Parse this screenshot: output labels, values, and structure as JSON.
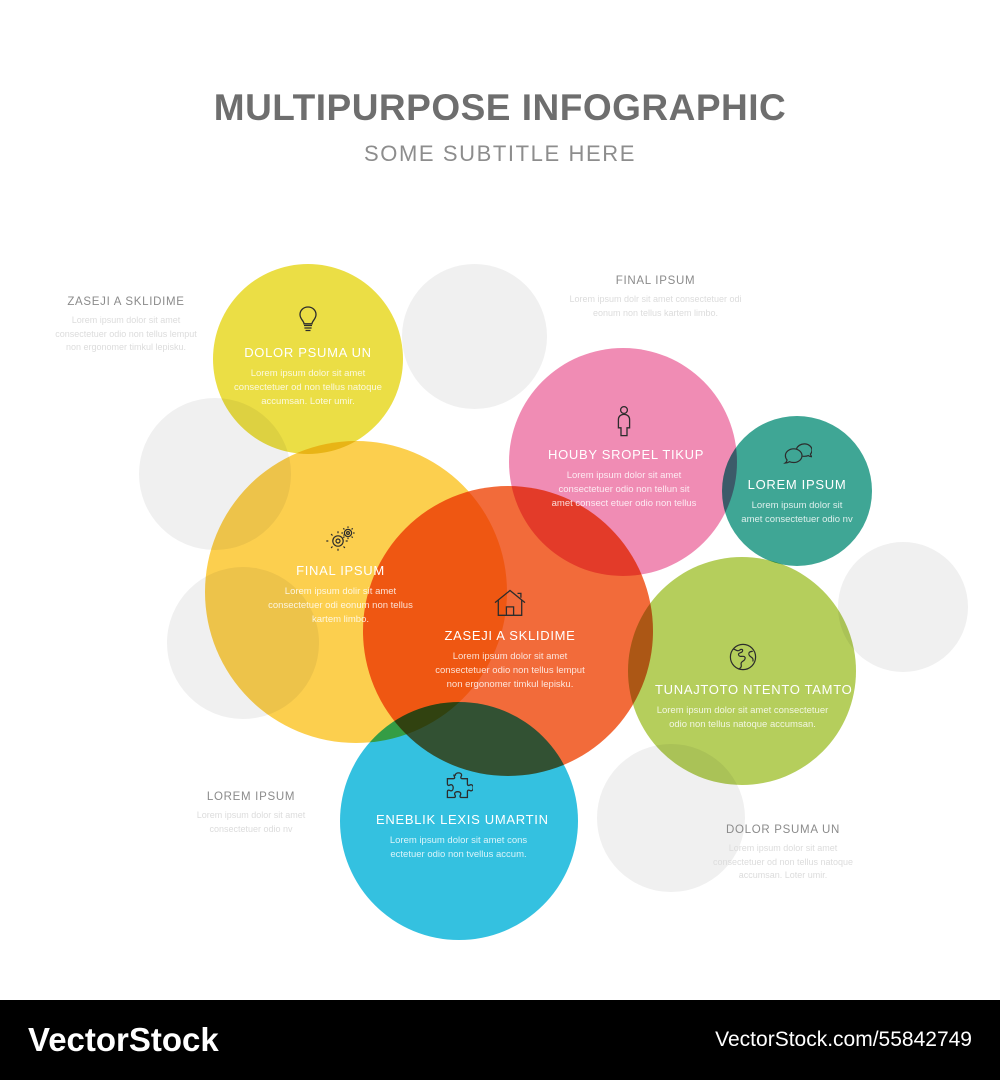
{
  "header": {
    "title": "MULTIPURPOSE INFOGRAPHIC",
    "subtitle": "SOME SUBTITLE HERE"
  },
  "colors": {
    "yellow": "#EBDE45",
    "amber": "#FCCF4E",
    "orange": "#F26B3A",
    "pink": "#F08CB4",
    "teal": "#3FA695",
    "green": "#B5CE5C",
    "blue": "#34C1E0",
    "ghost": "#F0F0F0",
    "title_gray": "#6E6E6E",
    "subtitle_gray": "#8D8D8D",
    "label_gray": "#8B8B8B",
    "label_desc_gray": "#DCDCDC",
    "footer_bg": "#000000"
  },
  "bubbles": [
    {
      "id": "yellow",
      "icon": "lightbulb-icon",
      "title": "DOLOR PSUMA UN",
      "desc": "Lorem ipsum dolor sit amet consectetuer od non tellus natoque accumsan. Loter umir.",
      "color": "#EBDE45"
    },
    {
      "id": "amber",
      "icon": "gears-icon",
      "title": "FINAL IPSUM",
      "desc": "Lorem ipsum dolir sit amet consectetuer odi eonum non tellus kartem limbo.",
      "color": "#FCCF4E"
    },
    {
      "id": "pink",
      "icon": "person-icon",
      "title": "HOUBY SROPEL TIKUP",
      "desc": "Lorem ipsum dolor sit amet consectetuer odio non tellun sit amet consect etuer odio non tellus",
      "color": "#F08CB4"
    },
    {
      "id": "teal",
      "icon": "speech-bubbles-icon",
      "title": "LOREM IPSUM",
      "desc": "Lorem ipsum dolor sit amet consectetuer odio nv",
      "color": "#3FA695"
    },
    {
      "id": "orange",
      "icon": "house-icon",
      "title": "ZASEJI A SKLIDIME",
      "desc": "Lorem ipsum dolor sit amet consectetuer odio non tellus lemput non ergonomer timkul lepisku.",
      "color": "#F26B3A"
    },
    {
      "id": "green",
      "icon": "globe-icon",
      "title": "TUNAJTOTO NTENTO TAMTO",
      "desc": "Lorem ipsum dolor sit amet consectetuer odio non tellus natoque accumsan.",
      "color": "#B5CE5C"
    },
    {
      "id": "blue",
      "icon": "puzzle-icon",
      "title": "ENEBLIK LEXIS UMARTIN",
      "desc": "Lorem ipsum dolor sit amet cons ectetuer odio non tvellus accum.",
      "color": "#34C1E0"
    }
  ],
  "outside_labels": [
    {
      "id": "left-top",
      "title": "ZASEJI A SKLIDIME",
      "desc": "Lorem ipsum dolor sit amet consectetuer odio non tellus lemput non ergonomer timkul lepisku."
    },
    {
      "id": "right-top",
      "title": "FINAL IPSUM",
      "desc": "Lorem ipsum dolr sit amet consectetuer odi eonum non tellus kartem limbo."
    },
    {
      "id": "left-bottom",
      "title": "LOREM IPSUM",
      "desc": "Lorem ipsum dolor sit amet consectetuer odio nv"
    },
    {
      "id": "right-bottom",
      "title": "DOLOR PSUMA UN",
      "desc": "Lorem ipsum dolor sit amet consectetuer od non tellus natoque accumsan. Loter umir."
    }
  ],
  "footer": {
    "logo": "VectorStock",
    "url": "VectorStock.com/55842749"
  }
}
